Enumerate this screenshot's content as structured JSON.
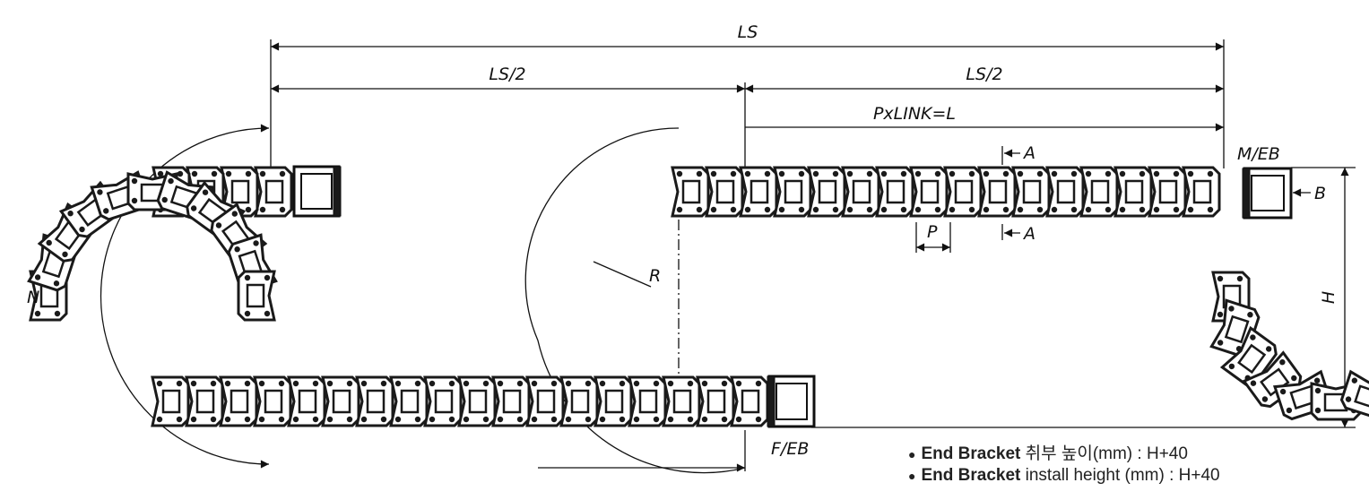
{
  "labels": {
    "ls": "LS",
    "ls_half_left": "LS/2",
    "ls_half_right": "LS/2",
    "pxlink": "PxLINK=L",
    "meb": "M/EB",
    "feb": "F/EB",
    "section_a_top": "A",
    "section_a_bottom": "A",
    "b": "B",
    "pitch": "P",
    "radius": "R",
    "height": "H",
    "n": "N"
  },
  "notes": [
    {
      "strong": "End Bracket",
      "rest": " 취부 높이(mm) : H+40"
    },
    {
      "strong": "End Bracket",
      "rest": " install height (mm) : H+40"
    }
  ],
  "colors": {
    "line": "#111111",
    "chain": "#1a1a1a"
  }
}
